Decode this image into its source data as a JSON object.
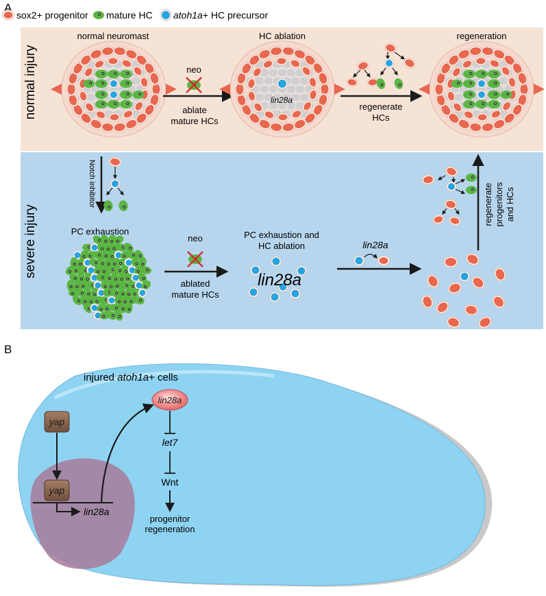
{
  "panel_labels": {
    "a": "A",
    "b": "B"
  },
  "legend": {
    "progenitor": "sox2+ progenitor",
    "mature_hc": "mature HC",
    "precursor_italic": "atoh1a",
    "precursor_rest": "+ HC precursor"
  },
  "rows": {
    "normal": "normal injury",
    "severe": "severe injury"
  },
  "normal": {
    "stage1": "normal neuromast",
    "stage2": "HC ablation",
    "stage3": "regeneration",
    "drug": "neo",
    "ablate_line1": "ablate",
    "ablate_line2": "mature HCs",
    "regen_line1": "regenerate",
    "regen_line2": "HCs",
    "gene_small": "lin28a"
  },
  "severe": {
    "notch": "Notch inhibitor",
    "stage1": "PC exhaustion",
    "stage2_line1": "PC exhaustion and",
    "stage2_line2": "HC ablation",
    "drug": "neo",
    "ablated_line1": "ablated",
    "ablated_line2": "mature HCs",
    "gene_big": "lin28a",
    "gene_arrow": "lin28a",
    "regen_line1": "regenerate",
    "regen_line2": "progenitors",
    "regen_line3": "and HCs"
  },
  "panel_b": {
    "cell_italic": "atoh1a",
    "cell_pre": "injured ",
    "cell_post": "+ cells",
    "yap_top": "yap",
    "yap_nucleus": "yap",
    "lin28a_gene": "lin28a",
    "lin28a_protein": "lin28a",
    "let7": "let7",
    "wnt": "Wnt",
    "outcome_line1": "progenitor",
    "outcome_line2": "regeneration"
  },
  "colors": {
    "normal_bg": "#f5e3d6",
    "severe_bg": "#b7d6ee",
    "progenitor": "#e8674f",
    "mature_hc": "#5bb543",
    "precursor": "#29a3de",
    "cell_body": "#8fd3f2",
    "nucleus": "#a77a9a",
    "yap_box": "#8e6a52",
    "lin28a_oval": "#ea7b7b",
    "cross": "#d42f2f"
  }
}
